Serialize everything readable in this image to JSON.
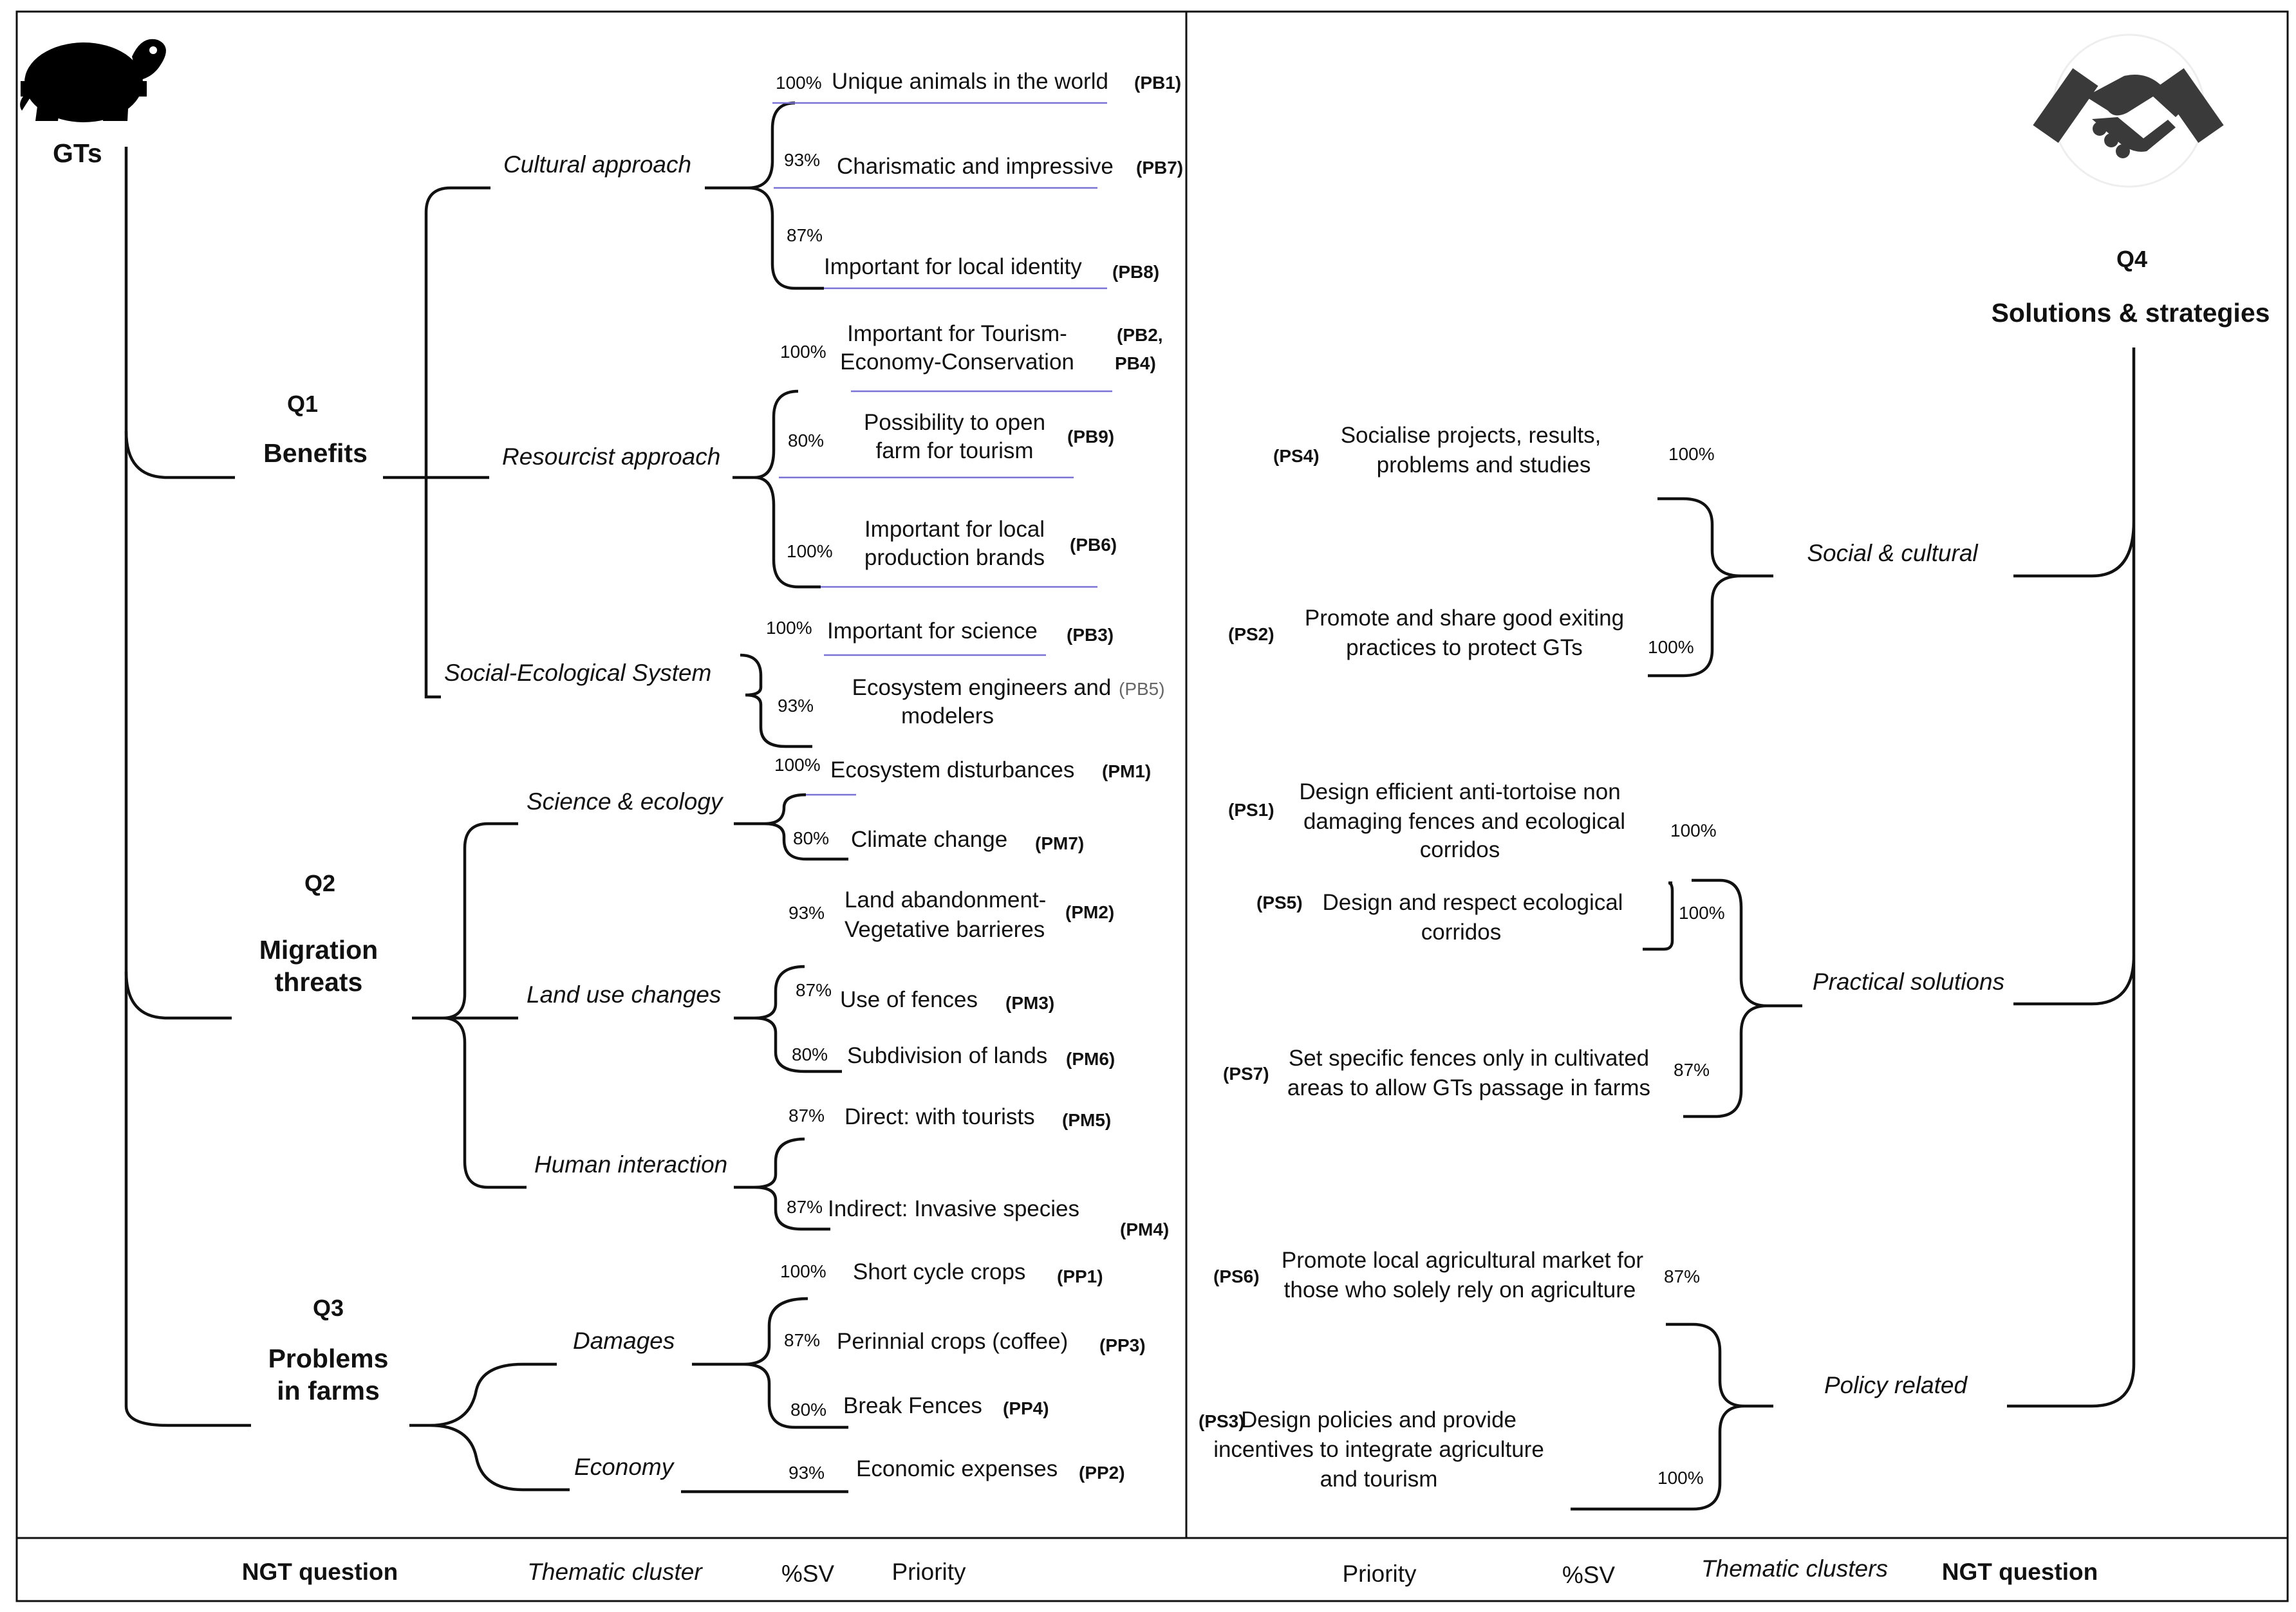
{
  "colors": {
    "ink": "#111111",
    "underline": "#7b72d6",
    "icon": "#000000",
    "handshake": "#3a3a3a"
  },
  "left": {
    "root_label": "GTs",
    "root_icon": "tortoise-icon",
    "q1": {
      "code": "Q1",
      "title": "Benefits"
    },
    "q2": {
      "code": "Q2",
      "title_line1": "Migration",
      "title_line2": "threats"
    },
    "q3": {
      "code": "Q3",
      "title_line1": "Problems",
      "title_line2": "in farms"
    },
    "clusters": {
      "cultural": "Cultural approach",
      "resourcist": "Resourcist approach",
      "ses": "Social-Ecological System",
      "science": "Science & ecology",
      "landuse": "Land use changes",
      "human": "Human interaction",
      "damages": "Damages",
      "economy": "Economy"
    },
    "items": {
      "pb1": {
        "pct": "100%",
        "text": "Unique animals in the world",
        "code": "(PB1)"
      },
      "pb7": {
        "pct": "93%",
        "text": "Charismatic and impressive",
        "code": "(PB7)"
      },
      "pb8": {
        "pct": "87%",
        "text": "Important for local identity",
        "code": "(PB8)"
      },
      "pb2": {
        "pct": "100%",
        "line1": "Important for Tourism-",
        "line2": "Economy-Conservation",
        "code1": "(PB2,",
        "code2": "PB4)"
      },
      "pb9": {
        "pct": "80%",
        "line1": "Possibility to open",
        "line2": "farm for tourism",
        "code": "(PB9)"
      },
      "pb6": {
        "pct": "100%",
        "line1": "Important for local",
        "line2": "production brands",
        "code": "(PB6)"
      },
      "pb3": {
        "pct": "100%",
        "text": "Important for science",
        "code": "(PB3)"
      },
      "pb5": {
        "pct": "93%",
        "line1": "Ecosystem engineers and",
        "line2": "modelers",
        "code": "(PB5)"
      },
      "pm1": {
        "pct": "100%",
        "text": "Ecosystem disturbances",
        "code": "(PM1)"
      },
      "pm7": {
        "pct": "80%",
        "text": "Climate change",
        "code": "(PM7)"
      },
      "pm2": {
        "pct": "93%",
        "line1": "Land abandonment-",
        "line2": "Vegetative barrieres",
        "code": "(PM2)"
      },
      "pm3": {
        "pct": "87%",
        "text": "Use of fences",
        "code": "(PM3)"
      },
      "pm6": {
        "pct": "80%",
        "text": "Subdivision of lands",
        "code": "(PM6)"
      },
      "pm5": {
        "pct": "87%",
        "text": "Direct: with tourists",
        "code": "(PM5)"
      },
      "pm4": {
        "pct": "87%",
        "text": "Indirect: Invasive species",
        "code": "(PM4)"
      },
      "pp1": {
        "pct": "100%",
        "text": "Short cycle crops",
        "code": "(PP1)"
      },
      "pp3": {
        "pct": "87%",
        "text": "Perinnial crops (coffee)",
        "code": "(PP3)"
      },
      "pp4": {
        "pct": "80%",
        "text": "Break Fences",
        "code": "(PP4)"
      },
      "pp2": {
        "pct": "93%",
        "text": "Economic expenses",
        "code": "(PP2)"
      }
    }
  },
  "right": {
    "icon": "handshake-icon",
    "q4": {
      "code": "Q4",
      "title": "Solutions & strategies"
    },
    "clusters": {
      "social": "Social & cultural",
      "practical": "Practical solutions",
      "policy": "Policy related"
    },
    "items": {
      "ps4": {
        "code": "(PS4)",
        "line1": "Socialise projects, results,",
        "line2": "problems and studies",
        "pct": "100%"
      },
      "ps2": {
        "code": "(PS2)",
        "line1": "Promote and share good exiting",
        "line2": "practices to protect GTs",
        "pct": "100%"
      },
      "ps1": {
        "code": "(PS1)",
        "line1": "Design efficient anti-tortoise non",
        "line2": "damaging fences and ecological",
        "line3": "corridos",
        "pct": "100%"
      },
      "ps5": {
        "code": "(PS5)",
        "line1": "Design and respect ecological",
        "line2": "corridos",
        "pct": "100%"
      },
      "ps7": {
        "code": "(PS7)",
        "line1": "Set specific fences only in cultivated",
        "line2": "areas to allow GTs passage in farms",
        "pct": "87%"
      },
      "ps6": {
        "code": "(PS6)",
        "line1": "Promote local agricultural market for",
        "line2": "those who solely rely on agriculture",
        "pct": "87%"
      },
      "ps3": {
        "code": "(PS3)",
        "line1": "Design policies and provide",
        "line2": "incentives to integrate agriculture",
        "line3": "and tourism",
        "pct": "100%"
      }
    }
  },
  "footer": {
    "left": {
      "question": "NGT question",
      "cluster": "Thematic cluster",
      "sv": "%SV",
      "priority": "Priority"
    },
    "right": {
      "priority": "Priority",
      "sv": "%SV",
      "clusters": "Thematic clusters",
      "question": "NGT question"
    }
  }
}
